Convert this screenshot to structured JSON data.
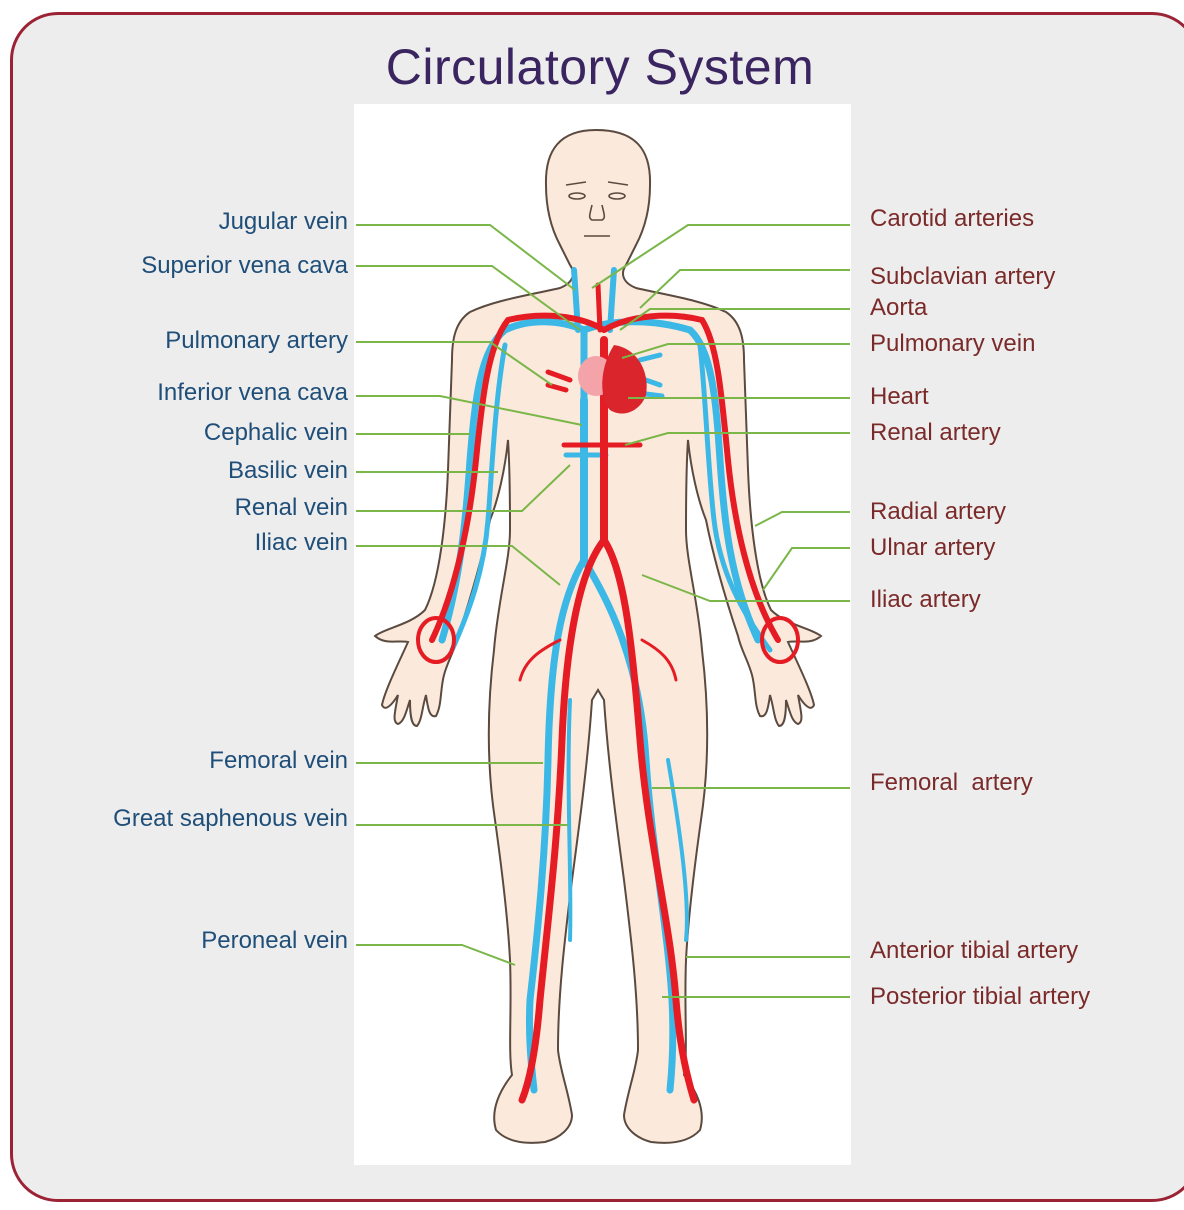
{
  "title": "Circulatory System",
  "left_labels": [
    "Jugular vein",
    "Superior vena cava",
    "Pulmonary artery",
    "Inferior vena cava",
    "Cephalic vein",
    "Basilic vein",
    "Renal vein",
    "Iliac vein",
    "Femoral vein",
    "Great saphenous vein",
    "Peroneal vein"
  ],
  "right_labels": [
    "Carotid arteries",
    "Subclavian artery",
    "Aorta",
    "Pulmonary vein",
    "Heart",
    "Renal artery",
    "Radial artery",
    "Ulnar artery",
    "Iliac artery",
    "Femoral  artery",
    "Anterior tibial artery",
    "Posterior tibial artery"
  ],
  "colors": {
    "vein": "#3cb8e6",
    "artery": "#e51c23",
    "leader": "#7ab648",
    "left_label": "#1f4e79",
    "right_label": "#7b2a2a",
    "title": "#3b2560",
    "frame_border": "#9b2335"
  }
}
